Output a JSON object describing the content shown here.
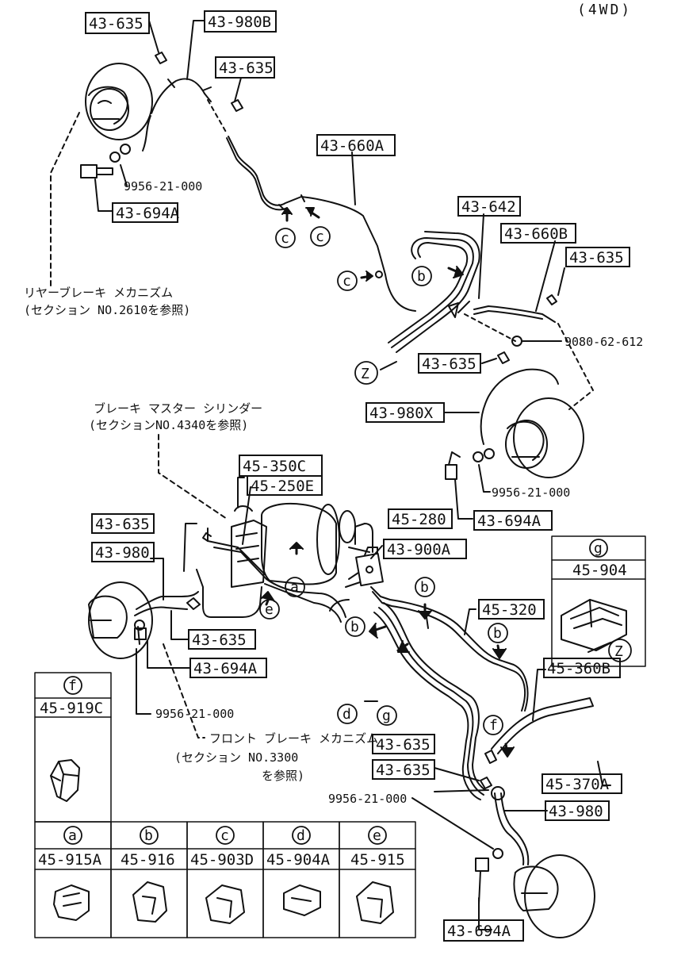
{
  "header": {
    "variant": "(4WD)"
  },
  "labels": {
    "p1": "43-635",
    "p2": "43-980B",
    "p3": "43-635",
    "p4": "9956-21-000",
    "p5": "43-694A",
    "p6": "43-660A",
    "p7": "43-642",
    "p8": "43-660B",
    "p9": "43-635",
    "p10": "9080-62-612",
    "p11": "43-635",
    "p12": "43-980X",
    "p13": "9956-21-000",
    "p14": "43-694A",
    "p15": "45-350C",
    "p16": "45-250E",
    "p17": "43-635",
    "p18": "43-980",
    "p19": "45-280",
    "p20": "43-900A",
    "p21": "45-320",
    "p22": "43-635",
    "p23": "43-694A",
    "p24": "9956-21-000",
    "p25": "45-360B",
    "p26": "43-635",
    "p27": "43-635",
    "p28": "45-370A",
    "p29": "9956-21-000",
    "p30": "43-980",
    "p31": "43-694A"
  },
  "notes": {
    "rear_brake_1": "リヤーブレーキ メカニズム",
    "rear_brake_2": "(セクション NO.2610を参照)",
    "master_cyl_1": "ブレーキ マスター シリンダー",
    "master_cyl_2": "(セクションNO.4340を参照)",
    "front_brake_1": "フロント ブレーキ メカニズム",
    "front_brake_2": "(セクション NO.3300",
    "front_brake_3": "を参照)"
  },
  "callouts": {
    "a": "a",
    "b": "b",
    "c": "c",
    "d": "d",
    "e": "e",
    "f": "f",
    "g": "g",
    "z": "Z"
  },
  "clip_legend": [
    {
      "letter": "f",
      "part": "45-919C"
    },
    {
      "letter": "g",
      "part": "45-904"
    },
    {
      "letter": "a",
      "part": "45-915A"
    },
    {
      "letter": "b",
      "part": "45-916"
    },
    {
      "letter": "c",
      "part": "45-903D"
    },
    {
      "letter": "d",
      "part": "45-904A"
    },
    {
      "letter": "e",
      "part": "45-915"
    }
  ]
}
